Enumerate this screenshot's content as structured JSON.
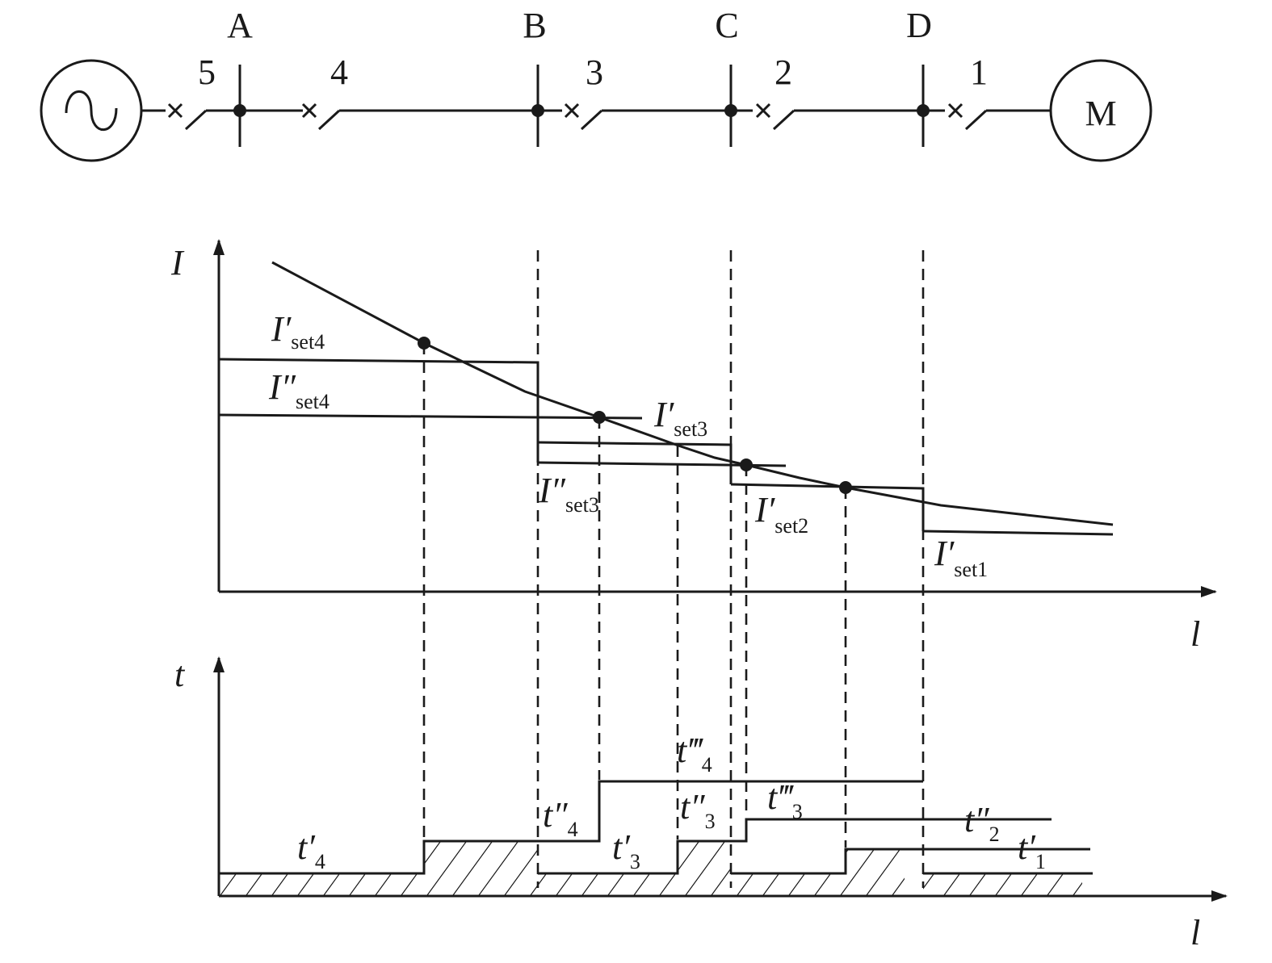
{
  "buses": [
    "A",
    "B",
    "C",
    "D"
  ],
  "breakers": [
    "5",
    "4",
    "3",
    "2",
    "1"
  ],
  "motor": "M",
  "current_axis": {
    "y_label": "I",
    "x_label": "l"
  },
  "time_axis": {
    "y_label": "t",
    "x_label": "l"
  },
  "current_labels": {
    "iset4_1": {
      "main": "I",
      "prime": "′",
      "sub": "set4"
    },
    "iset4_2": {
      "main": "I",
      "prime": "″",
      "sub": "set4"
    },
    "iset3_1": {
      "main": "I",
      "prime": "′",
      "sub": "set3"
    },
    "iset3_2": {
      "main": "I",
      "prime": "″",
      "sub": "set3"
    },
    "iset2_1": {
      "main": "I",
      "prime": "′",
      "sub": "set2"
    },
    "iset1_1": {
      "main": "I",
      "prime": "′",
      "sub": "set1"
    }
  },
  "time_labels": {
    "t4_1": {
      "main": "t",
      "prime": "′",
      "sub": "4"
    },
    "t4_2": {
      "main": "t",
      "prime": "″",
      "sub": "4"
    },
    "t4_3": {
      "main": "t",
      "prime": "‴",
      "sub": "4"
    },
    "t3_1": {
      "main": "t",
      "prime": "′",
      "sub": "3"
    },
    "t3_2": {
      "main": "t",
      "prime": "″",
      "sub": "3"
    },
    "t3_3": {
      "main": "t",
      "prime": "‴",
      "sub": "3"
    },
    "t2_2": {
      "main": "t",
      "prime": "″",
      "sub": "2"
    },
    "t1_1": {
      "main": "t",
      "prime": "′",
      "sub": "1"
    }
  }
}
